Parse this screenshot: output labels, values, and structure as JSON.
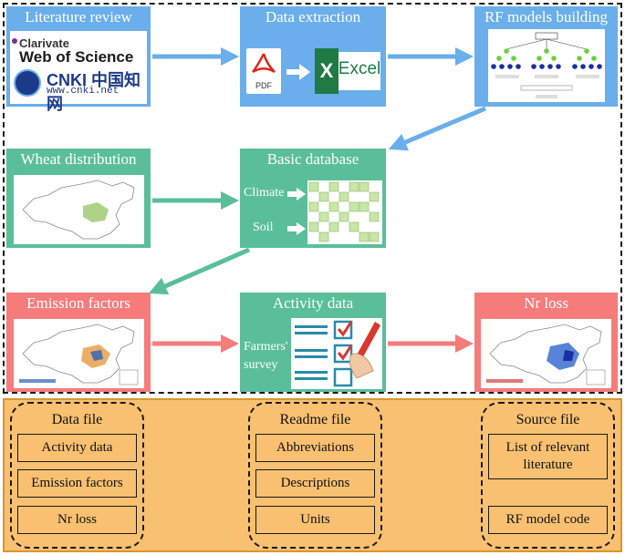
{
  "workflow": {
    "literature_review": {
      "title": "Literature review",
      "clarivate": "Clarivate",
      "web_of_science": "Web of Science",
      "cnki": "CNKI 中国知网",
      "cnki_url": "www.cnki.net"
    },
    "data_extraction": {
      "title": "Data extraction",
      "pdf": "PDF",
      "excel": "Excel"
    },
    "rf_models": {
      "title": "RF models building"
    },
    "wheat_distribution": {
      "title": "Wheat distribution"
    },
    "basic_database": {
      "title": "Basic database",
      "climate": "Climate",
      "soil": "Soil"
    },
    "emission_factors": {
      "title": "Emission factors"
    },
    "activity_data": {
      "title": "Activity data",
      "survey": "Farmers' survey"
    },
    "nr_loss": {
      "title": "Nr loss"
    }
  },
  "files": {
    "data_file": {
      "title": "Data file",
      "items": [
        "Activity data",
        "Emission factors",
        "Nr loss"
      ]
    },
    "readme_file": {
      "title": "Readme file",
      "items": [
        "Abbreviations",
        "Descriptions",
        "Units"
      ]
    },
    "source_file": {
      "title": "Source file",
      "items": [
        "List of relevant literature",
        "RF model code"
      ]
    }
  },
  "colors": {
    "blue": "#6aaeeb",
    "green": "#5abf98",
    "red": "#f67b7b",
    "orange": "#f8c070",
    "arrow_blue": "#6aaeeb",
    "arrow_green": "#5abf98",
    "arrow_red": "#f67b7b"
  },
  "icons": [
    "pdf-icon",
    "excel-icon",
    "decision-tree-icon",
    "china-map-icon",
    "grid-icon",
    "checklist-icon",
    "arrow-icon"
  ]
}
